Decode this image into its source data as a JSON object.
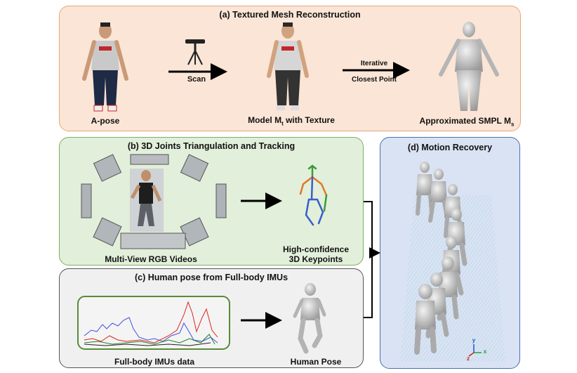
{
  "panel_a": {
    "title": "(a) Textured Mesh Reconstruction",
    "apose_label": "A-pose",
    "scan_label": "Scan",
    "model_label_prefix": "Model M",
    "model_label_sub": "t",
    "model_label_suffix": " with Texture",
    "iter_label_1": "Iterative",
    "iter_label_2": "Closest Point",
    "smpl_label_prefix": "Approximated SMPL M",
    "smpl_label_sub": "s"
  },
  "panel_b": {
    "title": "(b) 3D Joints Triangulation and Tracking",
    "videos_label": "Multi-View RGB Videos",
    "keypoints_label_1": "High-confidence",
    "keypoints_label_2": "3D Keypoints"
  },
  "panel_c": {
    "title": "(c) Human pose from Full-body IMUs",
    "imu_label": "Full-body IMUs data",
    "pose_label": "Human Pose"
  },
  "panel_d": {
    "title": "(d) Motion Recovery",
    "axis_z": "z",
    "axis_y": "y",
    "axis_x": "x"
  },
  "colors": {
    "panel_a_bg": "#fbe5d6",
    "panel_b_bg": "#e2efda",
    "panel_c_bg": "#f0f0f0",
    "panel_d_bg": "#dae3f3",
    "imu_blue": "#4050e0",
    "imu_red": "#e02020",
    "imu_green": "#208020"
  }
}
